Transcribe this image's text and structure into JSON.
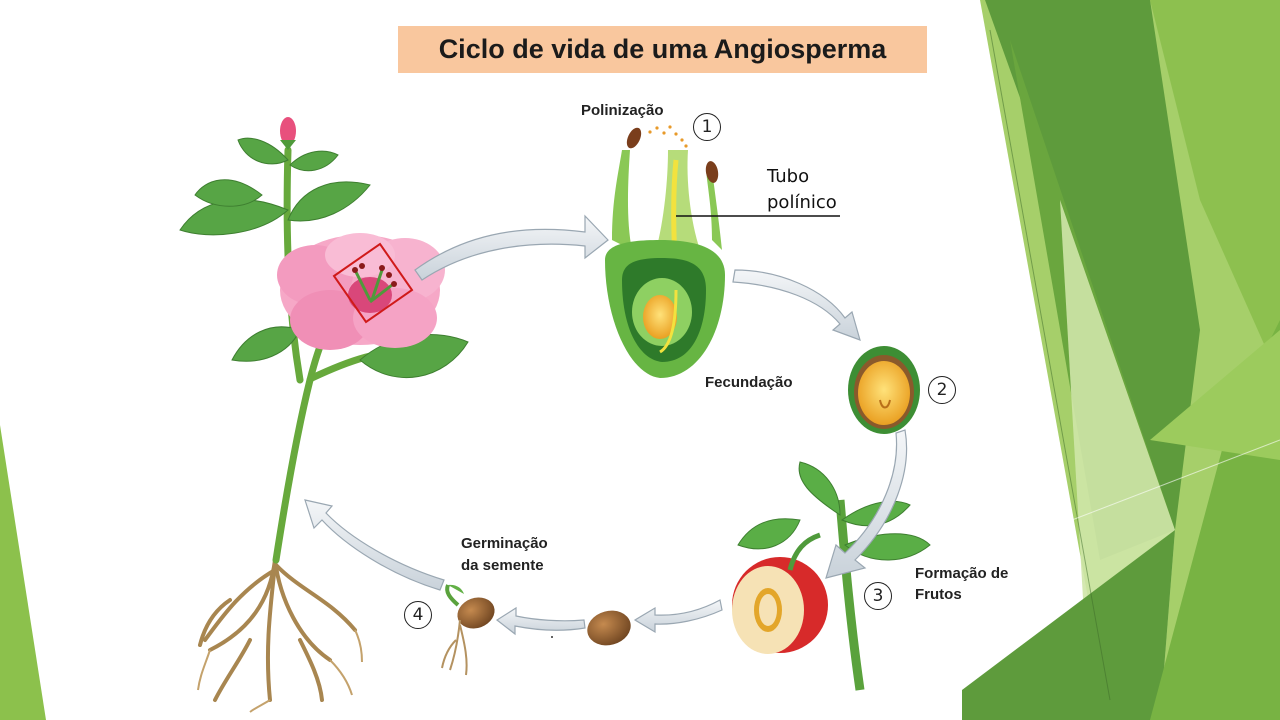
{
  "title": "Ciclo de vida de uma Angiosperma",
  "labels": {
    "polinizacao": "Polinização",
    "tubo_line1": "Tubo",
    "tubo_line2": "polínico",
    "fecundacao": "Fecundação",
    "formacao_line1": "Formação de",
    "formacao_line2": "Frutos",
    "germinacao_line1": "Germinação",
    "germinacao_line2": "da semente"
  },
  "step_numbers": [
    "1",
    "2",
    "3",
    "4"
  ],
  "colors": {
    "title_bg": "#f9c79e",
    "green_dark": "#5e9b3c",
    "green_mid": "#78b343",
    "green_light": "#a6cf6a",
    "petal_pink": "#f29cc0",
    "seed_brown": "#8a5a2b",
    "arrow_fill": "#dfe6ec"
  }
}
